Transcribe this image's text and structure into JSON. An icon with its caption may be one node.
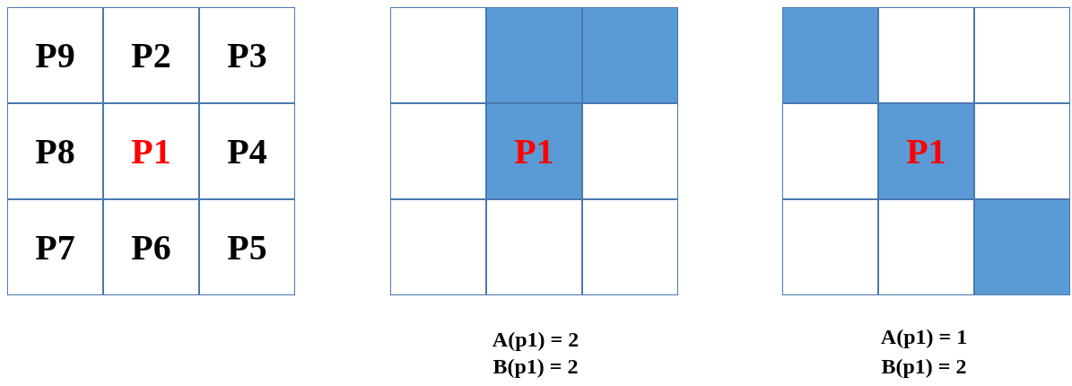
{
  "diagram": {
    "nodes": [
      {
        "text": [
          "P9"
        ]
      },
      {
        "text": [
          "P2"
        ]
      },
      {
        "text": [
          "P3"
        ]
      },
      {
        "text": [
          "P8"
        ]
      },
      {
        "text": [
          "P1"
        ]
      },
      {
        "text": [
          "P4"
        ]
      },
      {
        "text": [
          "P7"
        ]
      },
      {
        "text": [
          "P6"
        ]
      },
      {
        "text": [
          "P5"
        ]
      },
      {
        "text": [],
        "shape": "box"
      },
      {
        "text": [],
        "shape": "box"
      },
      {
        "text": [],
        "shape": "box"
      },
      {
        "text": [],
        "shape": "box"
      },
      {
        "text": [
          "P1"
        ]
      },
      {
        "text": [],
        "shape": "box"
      },
      {
        "text": [],
        "shape": "box"
      },
      {
        "text": [],
        "shape": "box"
      },
      {
        "text": [],
        "shape": "box"
      },
      {
        "text": [],
        "shape": "box"
      },
      {
        "text": [],
        "shape": "box"
      },
      {
        "text": [],
        "shape": "box"
      },
      {
        "text": [],
        "shape": "box"
      },
      {
        "text": [
          "P1"
        ]
      },
      {
        "text": [],
        "shape": "box"
      },
      {
        "text": [],
        "shape": "box"
      },
      {
        "text": [],
        "shape": "box"
      },
      {
        "text": [],
        "shape": "box"
      }
    ],
    "edges": [],
    "labels": [
      "A(p1) = 2",
      "B(p1) = 2",
      "A(p1) = 1",
      "B(p1) = 2"
    ]
  }
}
